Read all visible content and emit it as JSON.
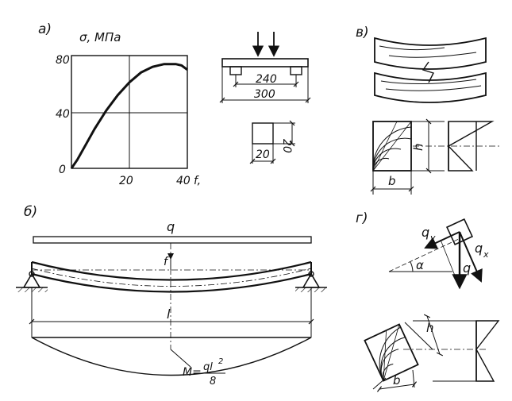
{
  "panel_a": {
    "label": "а)",
    "chart_data": {
      "type": "line",
      "ylabel": "σ, МПа",
      "xlabel": "f,",
      "x_ticks": [
        "20",
        "40"
      ],
      "y_ticks": [
        "0",
        "40",
        "80"
      ],
      "xlim": [
        0,
        40
      ],
      "ylim": [
        0,
        80
      ],
      "grid": true,
      "series": [
        {
          "x": [
            0,
            2,
            5,
            8,
            12,
            16,
            20,
            24,
            28,
            32,
            36,
            38,
            40
          ],
          "y": [
            0,
            6,
            17,
            28,
            41,
            52,
            61,
            68,
            72,
            74,
            74,
            73,
            70
          ]
        }
      ]
    },
    "specimen": {
      "dim_inner": "240",
      "dim_outer": "300",
      "sec_width": "20",
      "sec_height": "20"
    }
  },
  "panel_b": {
    "label": "б)",
    "load_label": "q",
    "deflection_label": "f",
    "span_label": "l",
    "moment_label": "M=",
    "moment_num": "ql",
    "moment_exp": "2",
    "moment_den": "8"
  },
  "panel_v": {
    "label": "в)",
    "section_width": "b",
    "section_height": "h"
  },
  "panel_g": {
    "label": "г)",
    "force_q": "q",
    "force_qy": "q",
    "force_qy_sub": "y",
    "force_qx": "q",
    "force_qx_sub": "x",
    "angle": "α",
    "section_width": "b",
    "section_height": "h"
  }
}
